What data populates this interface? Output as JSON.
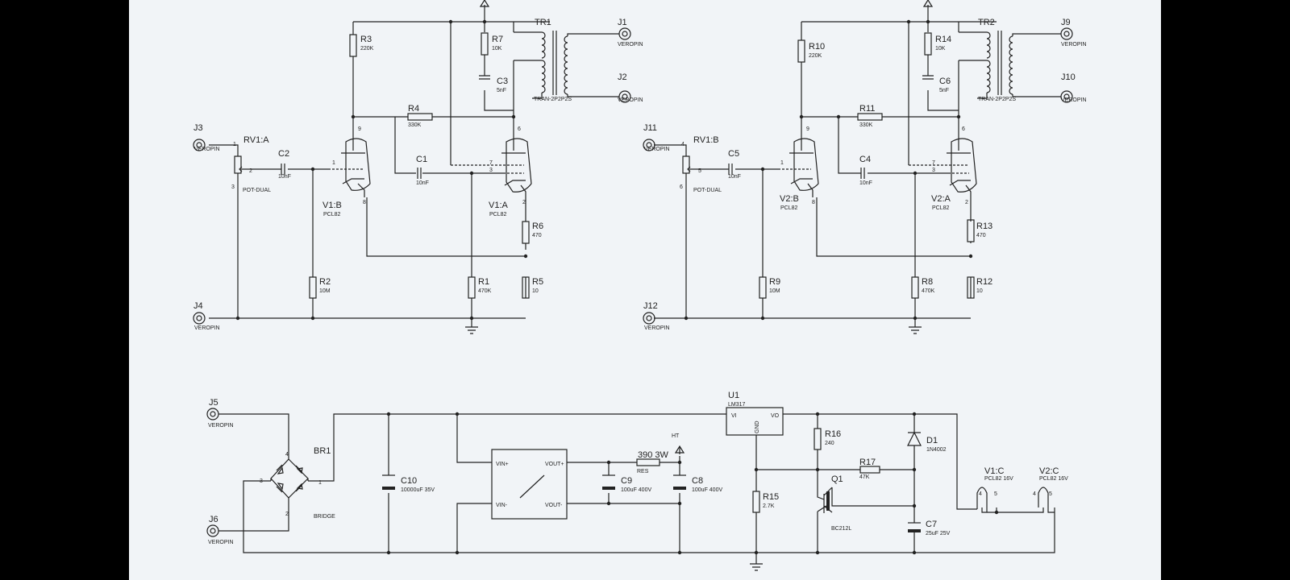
{
  "labels": {
    "J1": "J1",
    "J2": "J2",
    "J3": "J3",
    "J4": "J4",
    "J5": "J5",
    "J6": "J6",
    "J9": "J9",
    "J10": "J10",
    "J11": "J11",
    "J12": "J12",
    "veropin": "VEROPIN",
    "TR1": "TR1",
    "TR2": "TR2",
    "tran": "TRAN-2P2P2S",
    "R1": "R1",
    "R2": "R2",
    "R3": "R3",
    "R4": "R4",
    "R5": "R5",
    "R6": "R6",
    "R7": "R7",
    "R8": "R8",
    "R9": "R9",
    "R10": "R10",
    "R11": "R11",
    "R12": "R12",
    "R13": "R13",
    "R14": "R14",
    "R15": "R15",
    "R16": "R16",
    "R17": "R17",
    "v10": "10",
    "v10M": "10M",
    "v10K": "10K",
    "v220K": "220K",
    "v330K": "330K",
    "v470": "470",
    "v470K": "470K",
    "v240": "240",
    "v2_7K": "2.7K",
    "v47K": "47K",
    "C1": "C1",
    "C2": "C2",
    "C3": "C3",
    "C4": "C4",
    "C5": "C5",
    "C6": "C6",
    "C7": "C7",
    "C8": "C8",
    "C9": "C9",
    "C10": "C10",
    "v10nF": "10nF",
    "v5nF": "5nF",
    "c10val": "10000uF 35V",
    "c89val": "100uF 400V",
    "c7val": "25uF 25V",
    "RV1A": "RV1:A",
    "RV1B": "RV1:B",
    "potdual": "POT-DUAL",
    "V1A": "V1:A",
    "V1B": "V1:B",
    "V2A": "V2:A",
    "V2B": "V2:B",
    "V1C": "V1:C",
    "V2C": "V2:C",
    "pcl82": "PCL82",
    "pcl82_16v": "PCL82 16V",
    "BR1": "BR1",
    "bridge": "BRIDGE",
    "U1": "U1",
    "lm317": "LM317",
    "vi": "VI",
    "vo": "VO",
    "gnd": "GND",
    "Q1": "Q1",
    "bc212l": "BC212L",
    "D1": "D1",
    "n4002": "1N4002",
    "res": "RES",
    "r390": "390 3W",
    "ht": "HT",
    "vinp": "VIN+",
    "vinn": "VIN-",
    "voutp": "VOUT+",
    "voutn": "VOUT-",
    "p1": "1",
    "p2": "2",
    "p3": "3",
    "p4": "4",
    "p5": "5",
    "p6": "6",
    "p7": "7",
    "p8": "8",
    "p9": "9"
  }
}
